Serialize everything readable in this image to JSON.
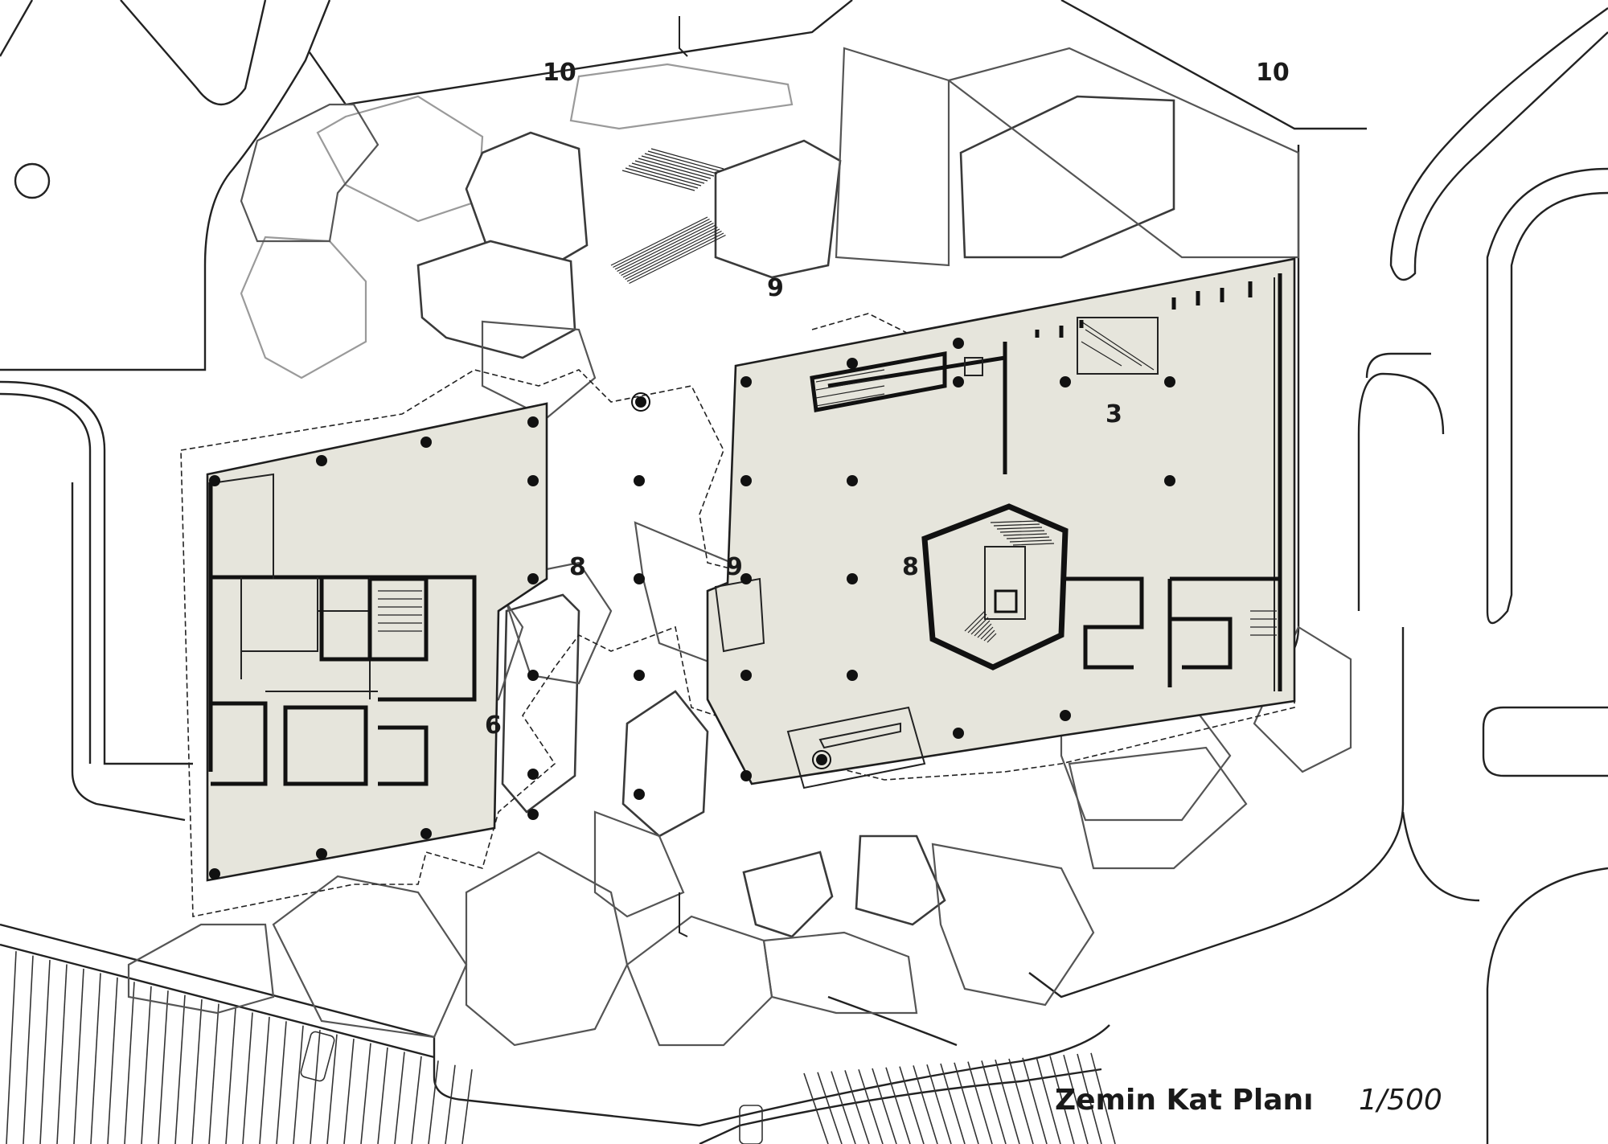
{
  "plan": {
    "title": "Zemin Kat Planı",
    "scale": "1/500"
  },
  "labels": [
    {
      "id": "top-left-10",
      "text": "10"
    },
    {
      "id": "top-right-10",
      "text": "10"
    },
    {
      "id": "mid-9-top",
      "text": "9"
    },
    {
      "id": "mid-9-center",
      "text": "9"
    },
    {
      "id": "block-3",
      "text": "3"
    },
    {
      "id": "left-8",
      "text": "8"
    },
    {
      "id": "center-8",
      "text": "8"
    },
    {
      "id": "left-6",
      "text": "6"
    }
  ],
  "colors": {
    "building_fill": "#e6e5dc",
    "line": "#222222",
    "background": "#ffffff"
  }
}
